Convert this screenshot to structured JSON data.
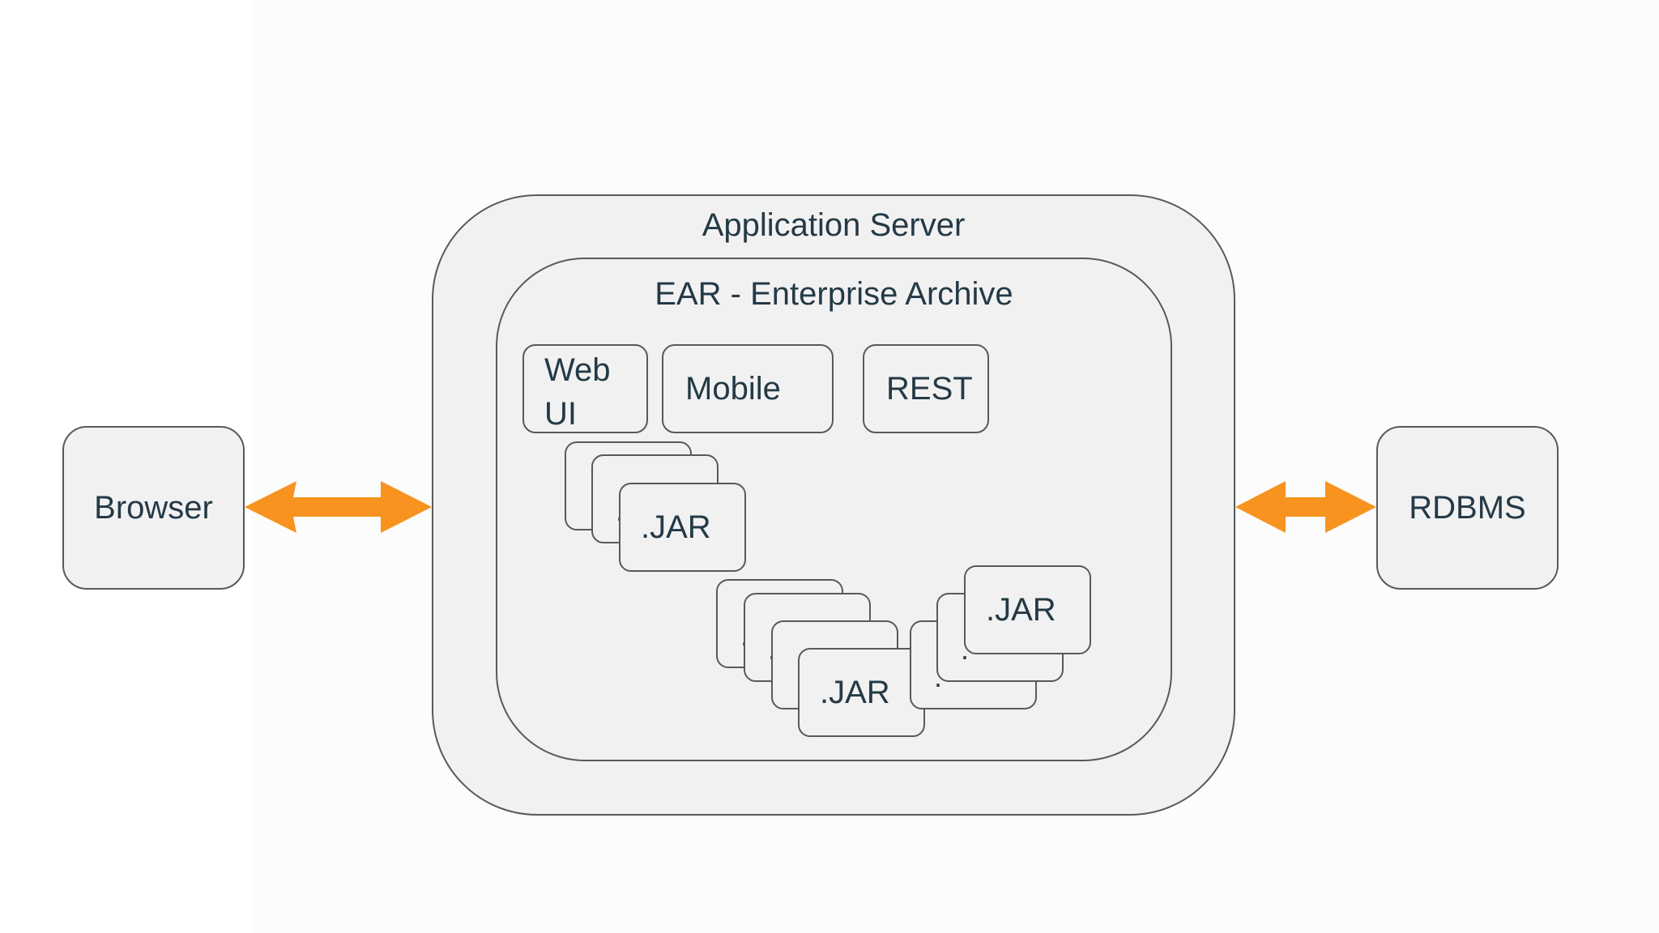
{
  "diagram": {
    "app_server": {
      "label": "Application Server"
    },
    "ear": {
      "label": "EAR - Enterprise Archive"
    },
    "modules": {
      "web_ui_line1": "Web",
      "web_ui_line2": "UI",
      "mobile": "Mobile",
      "rest": "REST"
    },
    "jar_label": ".JAR",
    "jar_stub": ".",
    "browser": {
      "label": "Browser"
    },
    "rdbms": {
      "label": "RDBMS"
    },
    "colors": {
      "arrow": "#f7931e",
      "box_fill": "#f2f1f2",
      "box_border": "#555a5e",
      "text": "#243a46"
    }
  }
}
